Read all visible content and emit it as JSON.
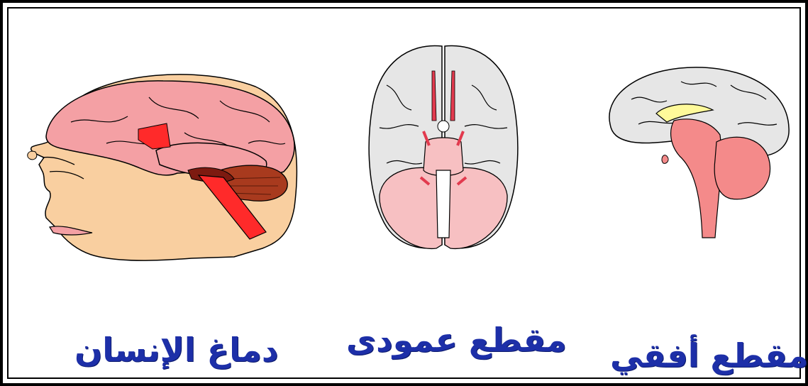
{
  "captions": {
    "human_brain": "دماغ الإنسان",
    "vertical_section": "مقطع عمودى",
    "horizontal_section": "مقطع أفقي"
  },
  "colors": {
    "caption": "#1d2fa8",
    "cerebrum_pink": "#f4a0a4",
    "skin": "#f9cfa0",
    "cerebellum_brown": "#a83a1e",
    "brainstem_red": "#ff2a2a",
    "gray_cortex": "#e6e6e6",
    "stem_pink": "#f48a8a",
    "corpus_callosum": "#fffa9a"
  }
}
